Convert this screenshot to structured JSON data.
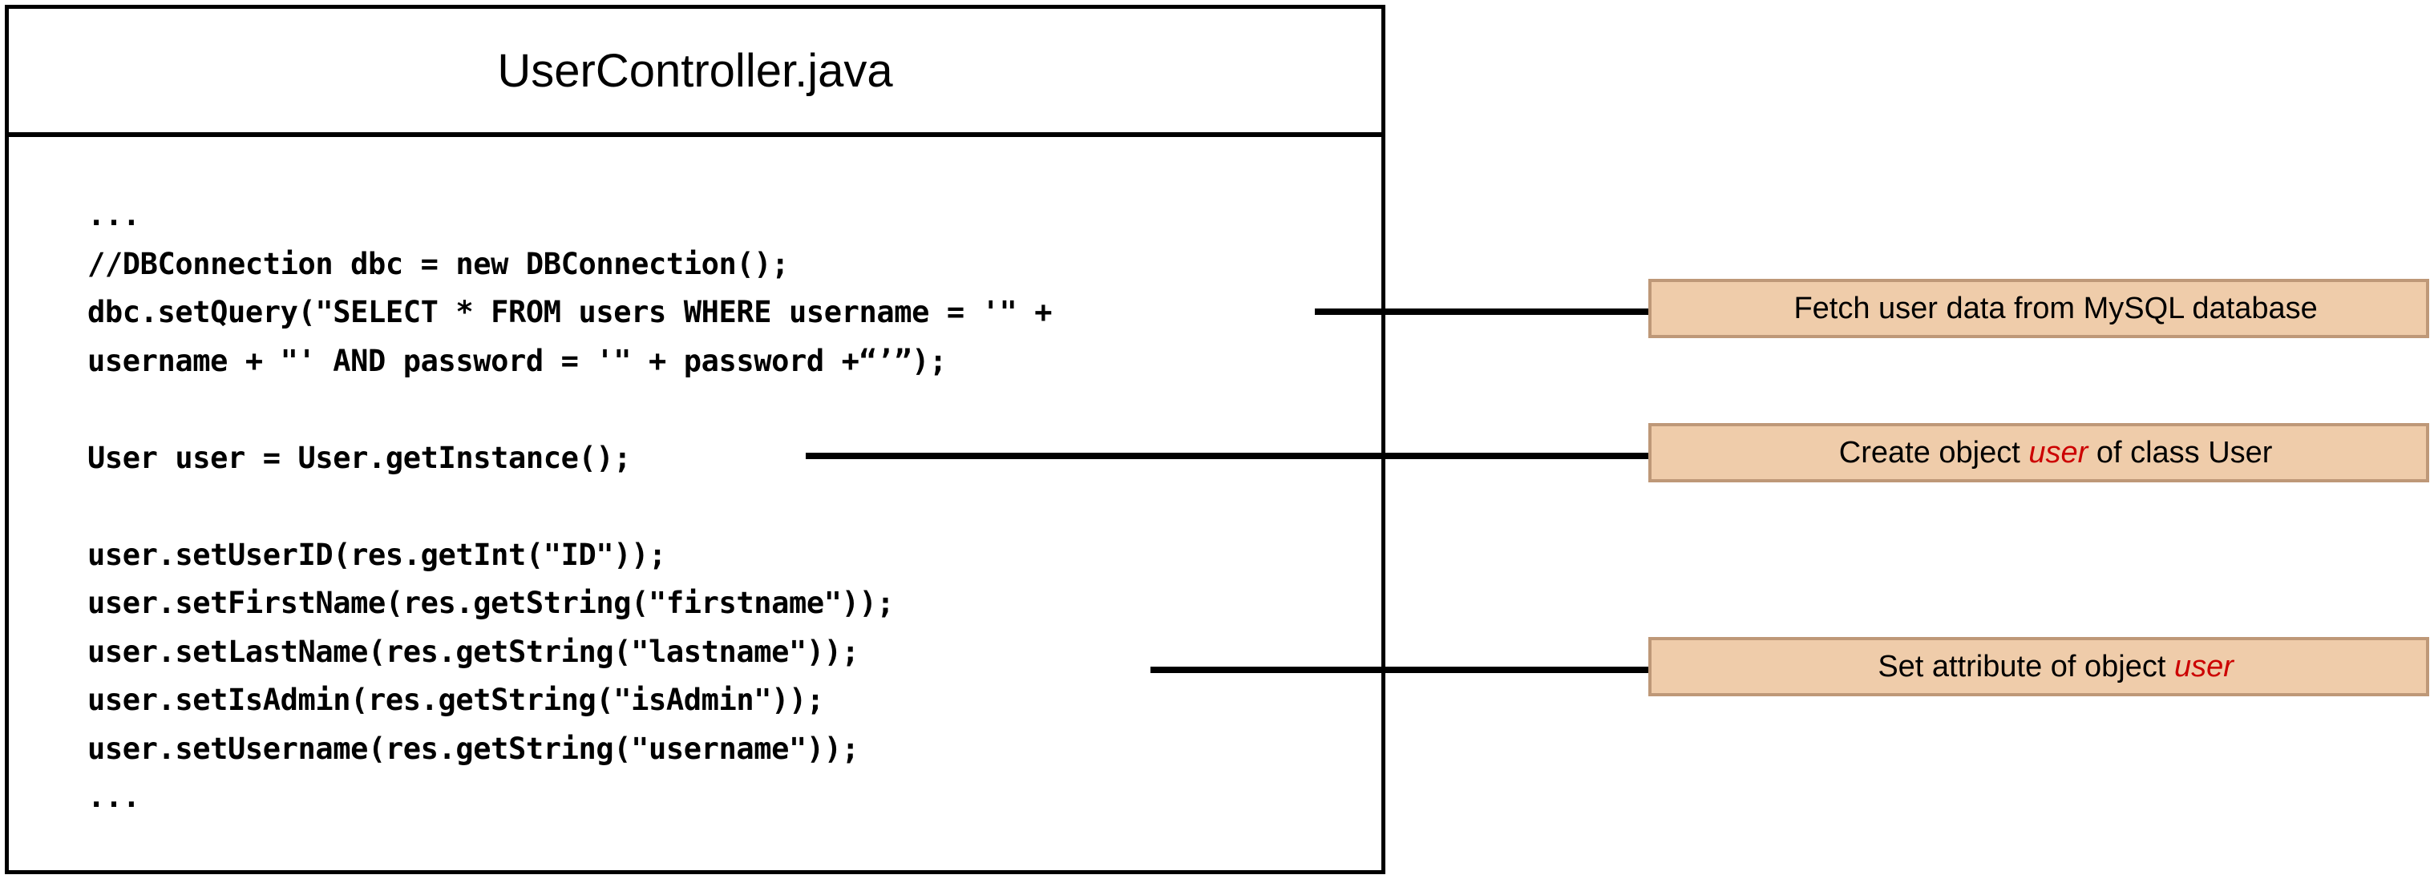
{
  "diagram": {
    "class_box": {
      "title": "UserController.java",
      "code_lines": [
        "...",
        "//DBConnection dbc = new DBConnection();",
        "dbc.setQuery(\"SELECT * FROM users WHERE username = '\" +",
        "username + \"' AND password = '\" + password +“’”);",
        "",
        "User user = User.getInstance();",
        "",
        "user.setUserID(res.getInt(\"ID\"));",
        "user.setFirstName(res.getString(\"firstname\"));",
        "user.setLastName(res.getString(\"lastname\"));",
        "user.setIsAdmin(res.getString(\"isAdmin\"));",
        "user.setUsername(res.getString(\"username\"));",
        "..."
      ]
    },
    "annotations": [
      {
        "id": "fetch-user-data",
        "prefix": "Fetch user data from MySQL database",
        "highlight": "",
        "suffix": ""
      },
      {
        "id": "create-object-user",
        "prefix": "Create object ",
        "highlight": "user",
        "suffix": " of class User"
      },
      {
        "id": "set-attribute-user",
        "prefix": "Set attribute of object ",
        "highlight": "user",
        "suffix": ""
      }
    ],
    "colors": {
      "note_fill": "#EFCCAA",
      "note_border": "#BE9878",
      "highlight_text": "#CC0000",
      "outline": "#000000"
    }
  }
}
